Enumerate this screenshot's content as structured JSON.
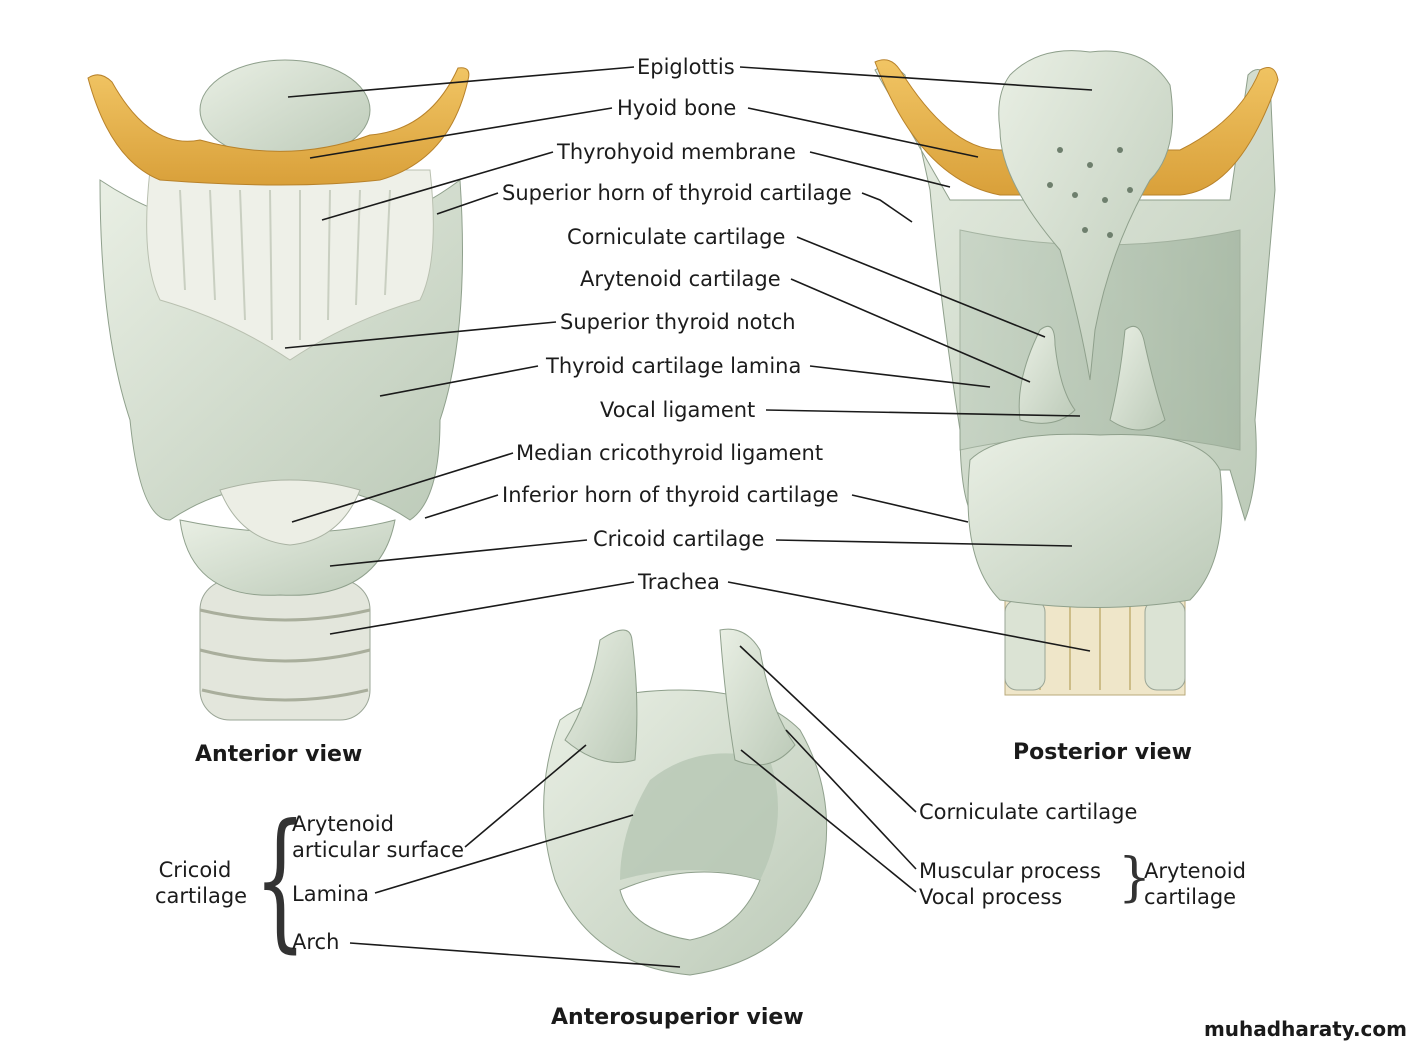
{
  "labels": {
    "epiglottis": "Epiglottis",
    "hyoid": "Hyoid bone",
    "thyrohyoid": "Thyrohyoid membrane",
    "superior_horn": "Superior horn of thyroid cartilage",
    "corniculate_top": "Corniculate cartilage",
    "arytenoid_top": "Arytenoid cartilage",
    "superior_notch": "Superior thyroid notch",
    "thyroid_lamina": "Thyroid cartilage lamina",
    "vocal_ligament": "Vocal ligament",
    "median_cricothyroid": "Median cricothyroid ligament",
    "inferior_horn": "Inferior horn of thyroid cartilage",
    "cricoid": "Cricoid cartilage",
    "trachea": "Trachea",
    "corniculate_bottom": "Corniculate cartilage",
    "muscular_process": "Muscular process",
    "vocal_process": "Vocal process",
    "arytenoid_group_1": "Arytenoid",
    "arytenoid_group_2": "cartilage",
    "cricoid_group_1": "Cricoid",
    "cricoid_group_2": "cartilage",
    "arytenoid_articular_1": "Arytenoid",
    "arytenoid_articular_2": "articular surface",
    "lamina": "Lamina",
    "arch": "Arch"
  },
  "view_titles": {
    "anterior": "Anterior view",
    "posterior": "Posterior view",
    "anterosuperior": "Anterosuperior view"
  },
  "watermark": "muhadharaty.com",
  "colors": {
    "cartilage": "#dde6d8",
    "cartilage_shadow": "#a9b9a6",
    "bone": "#e9b64e",
    "membrane": "#e8ece2",
    "trachea_ring": "#d9d2c0",
    "leader_line": "#1a1a1a"
  }
}
